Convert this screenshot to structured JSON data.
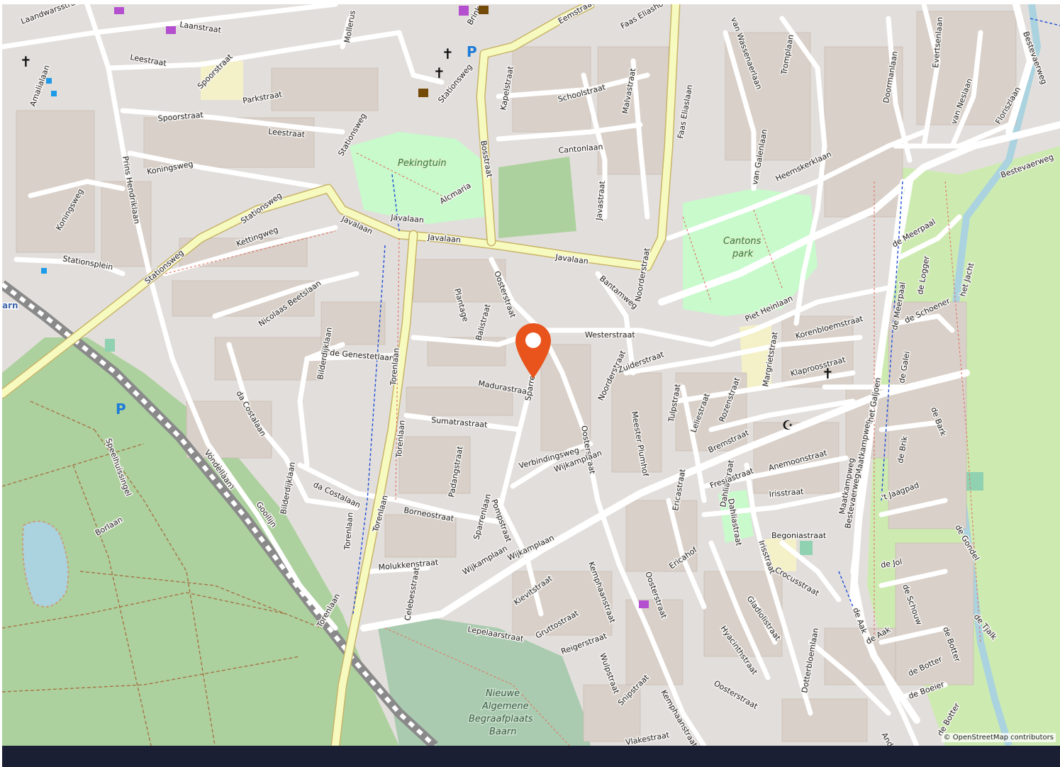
{
  "map": {
    "center_label": "Baarn",
    "marker_color": "#e8541c",
    "attribution": "© OpenStreetMap contributors",
    "street_labels": [
      "Laandwarsstraat",
      "Laanstraat",
      "Leestraat",
      "Spoorstraat",
      "Parkstraat",
      "Spoorstraat",
      "Leestraat",
      "Koningsweg",
      "Stationsweg",
      "Stationsweg",
      "Javalaan",
      "Javalaan",
      "Javalaan",
      "Javalaan",
      "Alcmaria",
      "Kettingweg",
      "Stationsplein",
      "Stationsweg",
      "Prins Hendriklaan",
      "Amalialaan",
      "Koningsweg",
      "Nicolaas Beetslaan",
      "de Genestetlaan",
      "Bilderdijklaan",
      "da Costalaan",
      "da Costalaan",
      "Bilderdijklaan",
      "Vondellaan",
      "Speelhuissingel",
      "Borlaan",
      "Torenlaan",
      "Torenlaan",
      "Torenlaan",
      "Torenlaan",
      "Torenlaan",
      "Plantage",
      "Oosterstraat",
      "Balistraat",
      "Madurastraat",
      "Sparrenlaan",
      "Westerstraat",
      "Noorderstraat",
      "Zuiderstraat",
      "Bantamweg",
      "Noorderstraat",
      "Javastraat",
      "Cantonlaan",
      "Schoolstraat",
      "Kapelstraat",
      "Bosstraat",
      "Eemstraat",
      "Brink",
      "Stationsweg",
      "Mollerus",
      "Faas Eliaslaan",
      "Faas Eliasho",
      "Malvastraat",
      "Tromplaan",
      "van Wassenaerlaan",
      "van Galenlaan",
      "Heemskerklaan",
      "Doormanlaan",
      "Evertsenlaan",
      "van Neslaan",
      "Floriszlaan",
      "Bestevaerweg",
      "Bestevaerweg",
      "Piet Heinlaan",
      "Korenbloemstraat",
      "Klaproosstraat",
      "Margrietstraat",
      "Rozenstraat",
      "Leliestraat",
      "Tulpstraat",
      "Bremstraat",
      "Meester Plumhof",
      "Oosterstraat",
      "Verbindingsweg",
      "Sumatrastraat",
      "Padangstraat",
      "Borneostraat",
      "Molukkenstraat",
      "Celebesstraat",
      "Sparrenlaan",
      "Pompstraat",
      "Wijkamplaan",
      "Wijkamplaan",
      "Wijkamplaan",
      "Kievitstraat",
      "Gruttostraat",
      "Reigerstraat",
      "Kemphaanstraat",
      "Lepelaarstraat",
      "Wulpstraat",
      "Snipstraat",
      "Kemphaanstraat",
      "Oosterstraat",
      "Ericastraat",
      "Ericahof",
      "Dahliastraat",
      "Dahliastraat",
      "Fresiastraat",
      "Anemoonstraat",
      "Irisstraat",
      "Irisstraat",
      "Begoniastraat",
      "Crocusstraat",
      "Gladiolistraat",
      "Hyacinthstraat",
      "Oosterstraat",
      "Dotterbloemlaan",
      "Maatkampweg",
      "Maatkampweg",
      "Bestevaerweg",
      "het Galjoen",
      "de Meerpaal",
      "de Meerpaal",
      "de Logger",
      "de Schoener",
      "het Jacht",
      "de Galei",
      "de Brik",
      "de Bark",
      "'t Jaagpad",
      "de Gondel",
      "de Jol",
      "de Schouw",
      "de Aak",
      "de Aak",
      "de Tjalk",
      "de Botter",
      "de Botter",
      "de Boeier",
      "de Botter",
      "Andoorn",
      "Vlakestraat",
      "Vondellaan",
      "Gooilijn"
    ],
    "area_labels": {
      "pekingtuin": "Pekingtuin",
      "cantons_park": [
        "Cantons",
        "park"
      ],
      "cemetery": [
        "Nieuwe",
        "Algemene",
        "Begraafplaats",
        "Baarn"
      ],
      "station": "arn"
    }
  }
}
